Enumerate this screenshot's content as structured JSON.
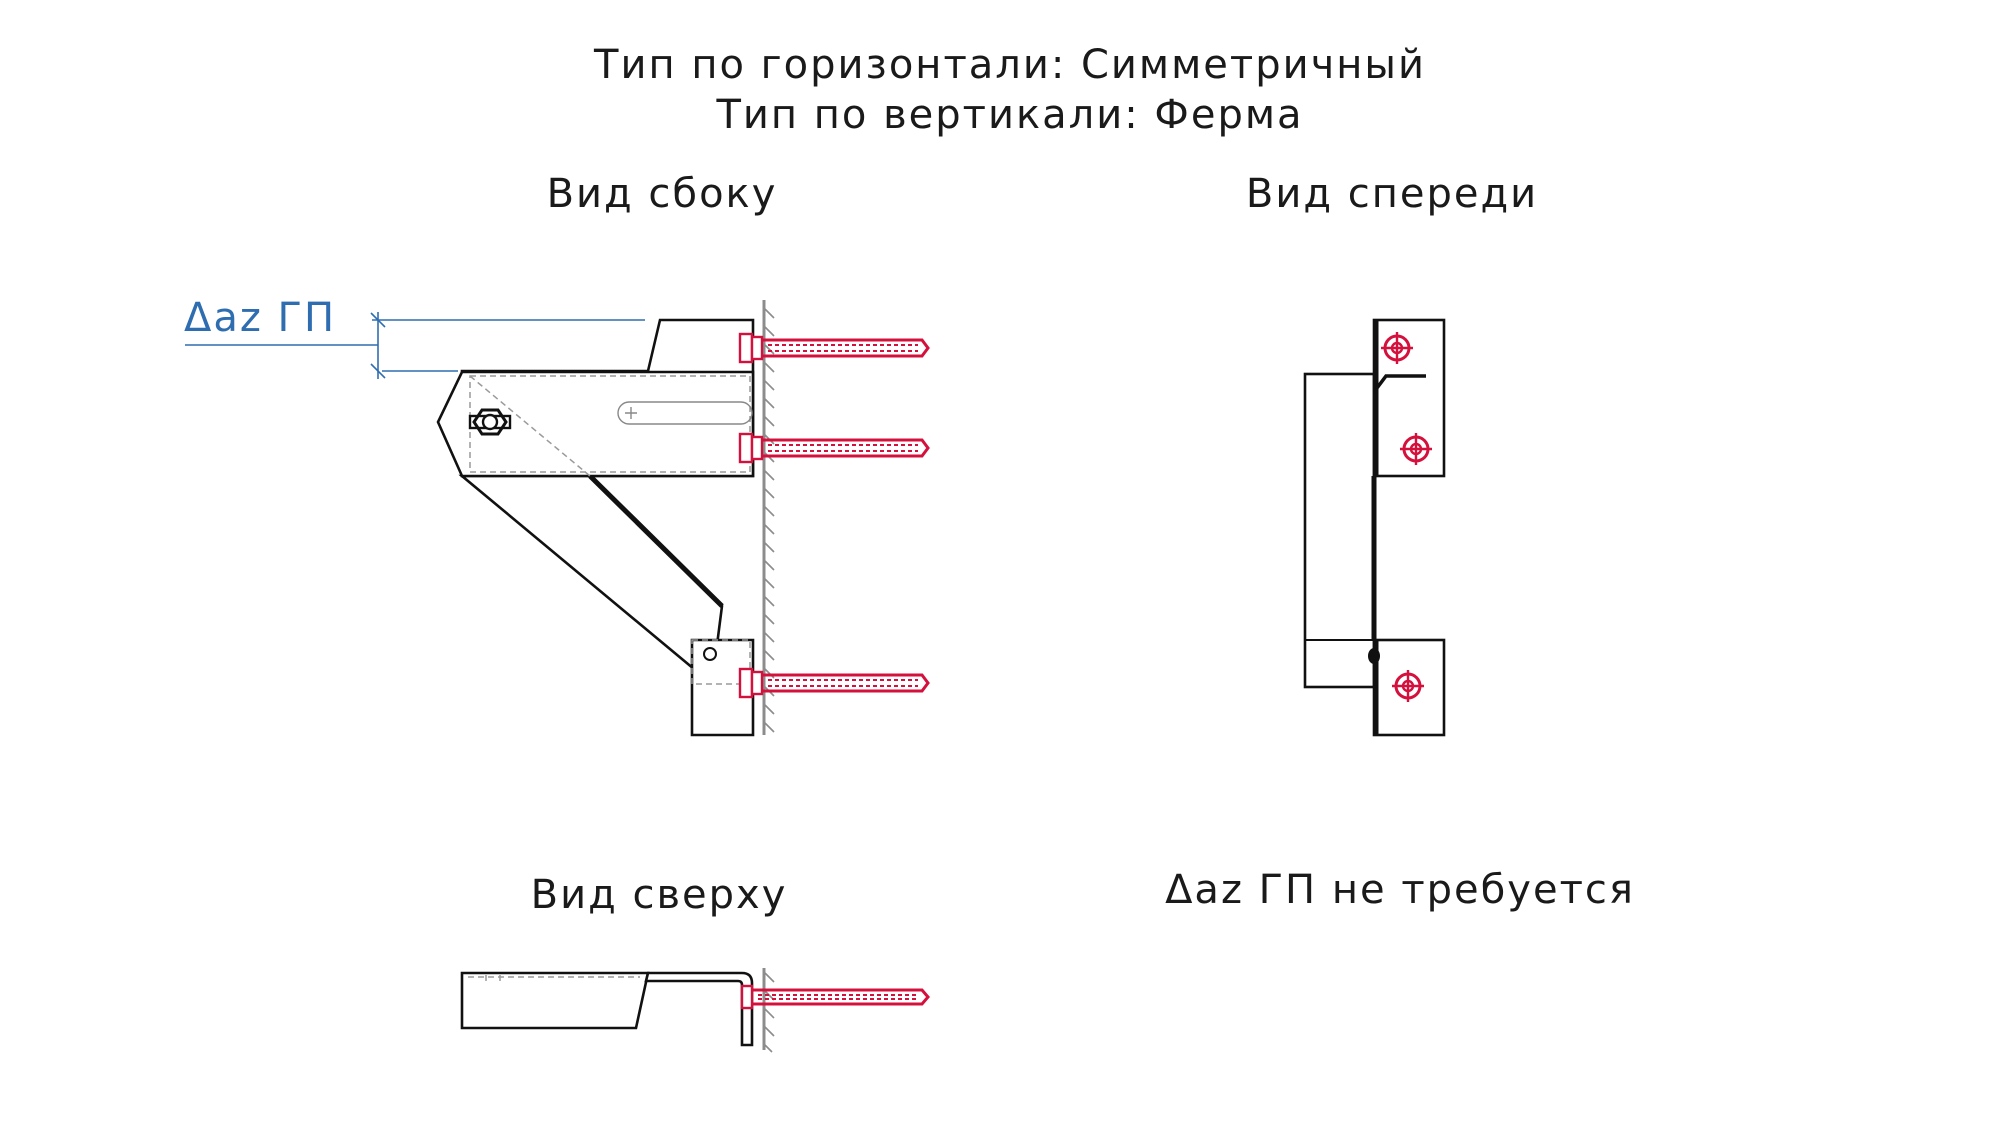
{
  "header": {
    "line1": "Тип по горизонтали: Симметричный",
    "line2": "Тип по вертикали: Ферма"
  },
  "views": {
    "side": {
      "title": "Вид сбоку",
      "dimension_label": "Δaz ГП"
    },
    "front": {
      "title": "Вид спереди"
    },
    "top": {
      "title": "Вид сверху"
    }
  },
  "note": "Δaz ГП не требуется",
  "colors": {
    "dimension": "#2f6db1",
    "anchor": "#d4103c",
    "outline": "#111111",
    "hidden_line": "#9a9a9a",
    "wall": "#8c8c8c"
  }
}
